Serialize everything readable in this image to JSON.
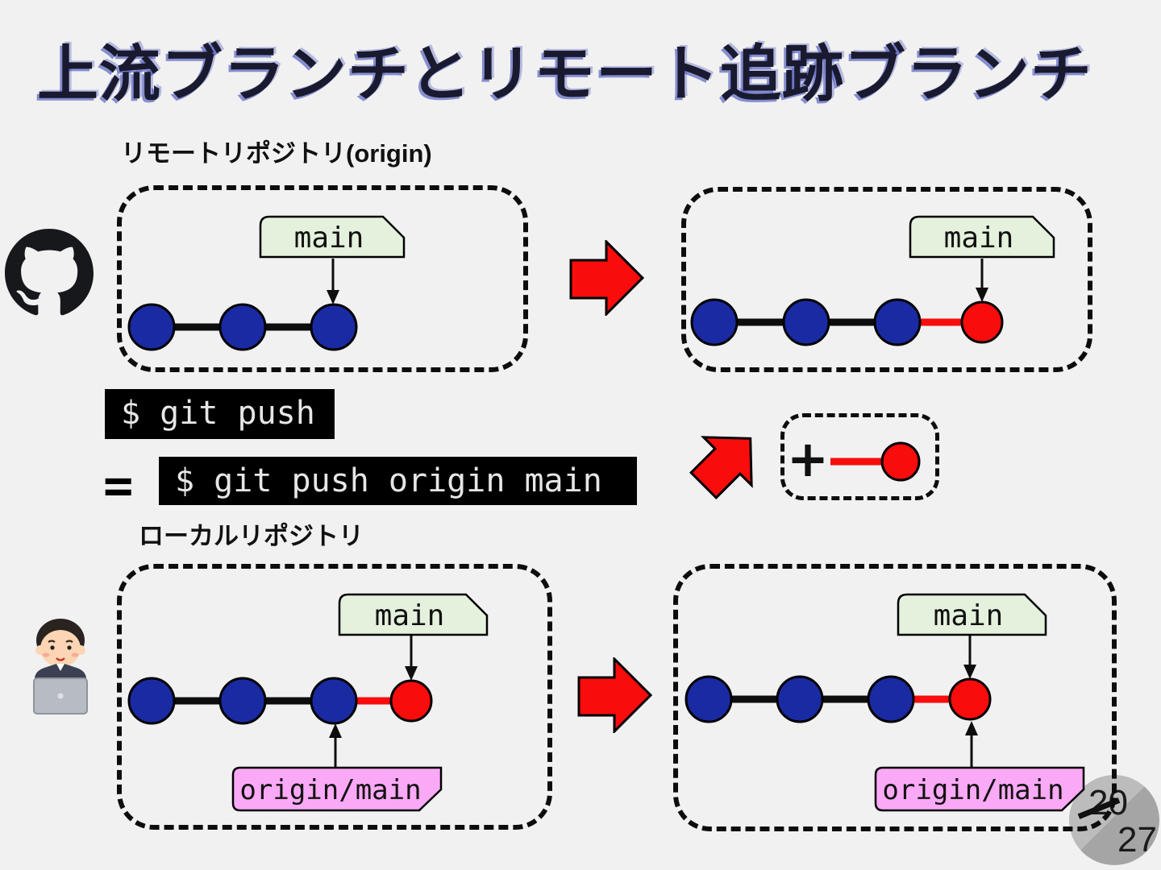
{
  "slide": {
    "title": "上流ブランチとリモート追跡ブランチ",
    "page_current": "20",
    "page_total": "27"
  },
  "sections": {
    "remote_repo_label": "リモートリポジトリ(origin)",
    "local_repo_label": "ローカルリポジトリ"
  },
  "commands": {
    "equals_sign": "=",
    "git_push": "$ git push",
    "git_push_full": "$ git push origin main"
  },
  "branch_labels": {
    "main": "main",
    "origin_main": "origin/main"
  },
  "legend": {
    "plus_sign": "+"
  },
  "icons": [
    "github-icon",
    "developer-icon",
    "arrow-right-icon",
    "arrow-up-right-icon"
  ],
  "colors": {
    "background": "#f1f1f1",
    "title_text": "#191a2f",
    "title_outline": "#2e3db5",
    "commit_blue": "#1a2aa2",
    "commit_red": "#f80c0c",
    "branch_label_green": "#e4f1dc",
    "branch_label_pink": "#faa9f6",
    "terminal_bg": "#000000",
    "terminal_text": "#e6e6e6",
    "arrow_red": "#f80c0c",
    "badge_gray_light": "#bcbcbc",
    "badge_gray_dark": "#a5a5a5"
  },
  "diagram": {
    "remote_before": {
      "commits": [
        "blue",
        "blue",
        "blue"
      ],
      "branch_label": "main",
      "label_points_to_commit": 3
    },
    "remote_after": {
      "commits": [
        "blue",
        "blue",
        "blue",
        "red"
      ],
      "branch_label": "main",
      "label_points_to_commit": 4
    },
    "local_before": {
      "commits": [
        "blue",
        "blue",
        "blue",
        "red"
      ],
      "branch_label": "main",
      "label_points_to_commit": 4,
      "tracking_label": "origin/main",
      "tracking_points_to_commit": 3
    },
    "local_after": {
      "commits": [
        "blue",
        "blue",
        "blue",
        "red"
      ],
      "branch_label": "main",
      "label_points_to_commit": 4,
      "tracking_label": "origin/main",
      "tracking_points_to_commit": 4
    }
  }
}
